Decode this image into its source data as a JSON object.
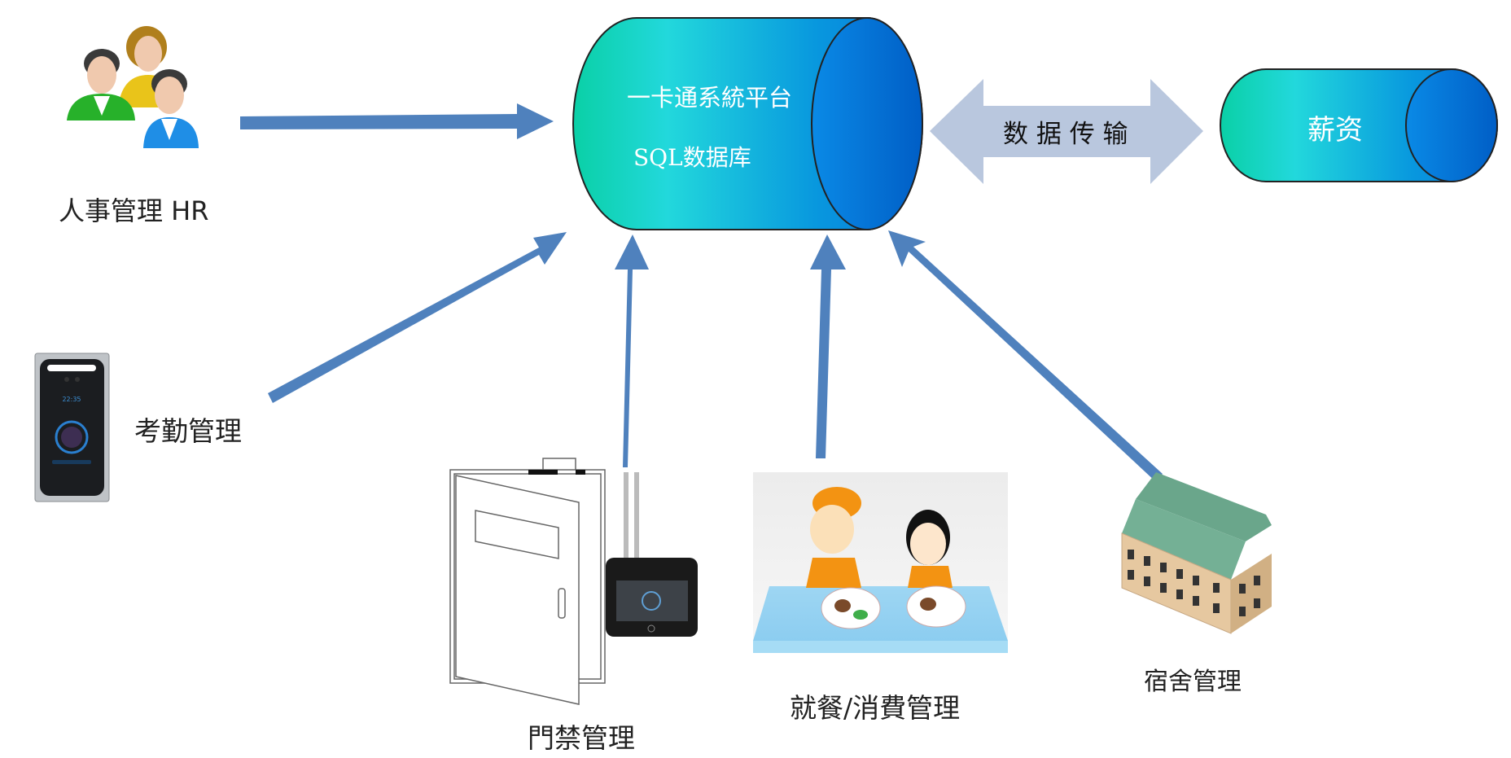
{
  "diagram": {
    "central_db": {
      "line1": "一卡通系統平台",
      "line2": "SQL数据库"
    },
    "salary_db": {
      "label": "薪资"
    },
    "transfer_arrow": {
      "label": "数 据 传 输"
    },
    "nodes": {
      "hr": {
        "label": "人事管理 HR",
        "icon": "people-group-icon"
      },
      "attendance": {
        "label": "考勤管理",
        "icon": "face-recognition-terminal-icon",
        "device_time": "22:35"
      },
      "access": {
        "label": "門禁管理",
        "icon": "door-access-control-icon"
      },
      "dining": {
        "label": "就餐/消費管理",
        "icon": "dining-people-icon"
      },
      "dorm": {
        "label": "宿舍管理",
        "icon": "dormitory-building-icon"
      }
    },
    "edges": [
      {
        "from": "hr",
        "to": "central_db"
      },
      {
        "from": "attendance",
        "to": "central_db"
      },
      {
        "from": "access",
        "to": "central_db"
      },
      {
        "from": "dining",
        "to": "central_db"
      },
      {
        "from": "dorm",
        "to": "central_db"
      },
      {
        "from": "central_db",
        "to": "salary_db",
        "bidirectional": true
      }
    ],
    "colors": {
      "arrow": "#4f81bd",
      "transfer_arrow": "#b9c7de",
      "cylinder_start": "#0fd3b0",
      "cylinder_mid": "#22d8dc",
      "cylinder_end": "#0066cc"
    }
  }
}
